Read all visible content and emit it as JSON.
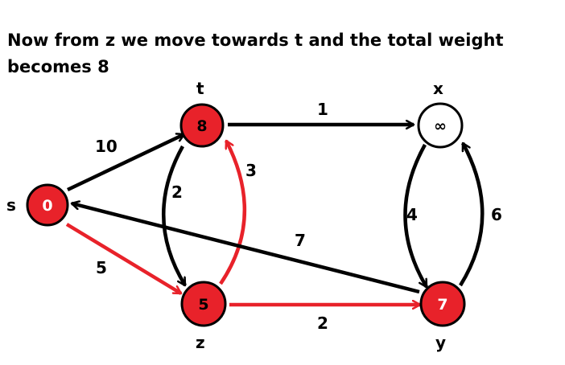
{
  "caption": {
    "line1": "Now from z we move towards t and the total weight",
    "line2": "becomes 8"
  },
  "colors": {
    "visited_fill": "#e8222a",
    "unvisited_fill": "#ffffff",
    "active_edge": "#e8222a",
    "edge": "#000000"
  },
  "nodes": [
    {
      "id": "s",
      "name": "s",
      "value": "0",
      "visited": true
    },
    {
      "id": "t",
      "name": "t",
      "value": "8",
      "visited": true
    },
    {
      "id": "x",
      "name": "x",
      "value": "∞",
      "visited": false
    },
    {
      "id": "z",
      "name": "z",
      "value": "5",
      "visited": true
    },
    {
      "id": "y",
      "name": "y",
      "value": "7",
      "visited": true
    }
  ],
  "edges": [
    {
      "id": "s-t",
      "from": "s",
      "to": "t",
      "weight": "10",
      "active": false
    },
    {
      "id": "s-z",
      "from": "s",
      "to": "z",
      "weight": "5",
      "active": true
    },
    {
      "id": "t-x",
      "from": "t",
      "to": "x",
      "weight": "1",
      "active": false
    },
    {
      "id": "t-z",
      "from": "t",
      "to": "z",
      "weight": "2",
      "active": false
    },
    {
      "id": "z-t",
      "from": "z",
      "to": "t",
      "weight": "3",
      "active": true
    },
    {
      "id": "x-y",
      "from": "x",
      "to": "y",
      "weight": "4",
      "active": false
    },
    {
      "id": "y-x",
      "from": "y",
      "to": "x",
      "weight": "6",
      "active": false
    },
    {
      "id": "y-s",
      "from": "y",
      "to": "s",
      "weight": "7",
      "active": false
    },
    {
      "id": "z-y",
      "from": "z",
      "to": "y",
      "weight": "2",
      "active": true
    }
  ]
}
